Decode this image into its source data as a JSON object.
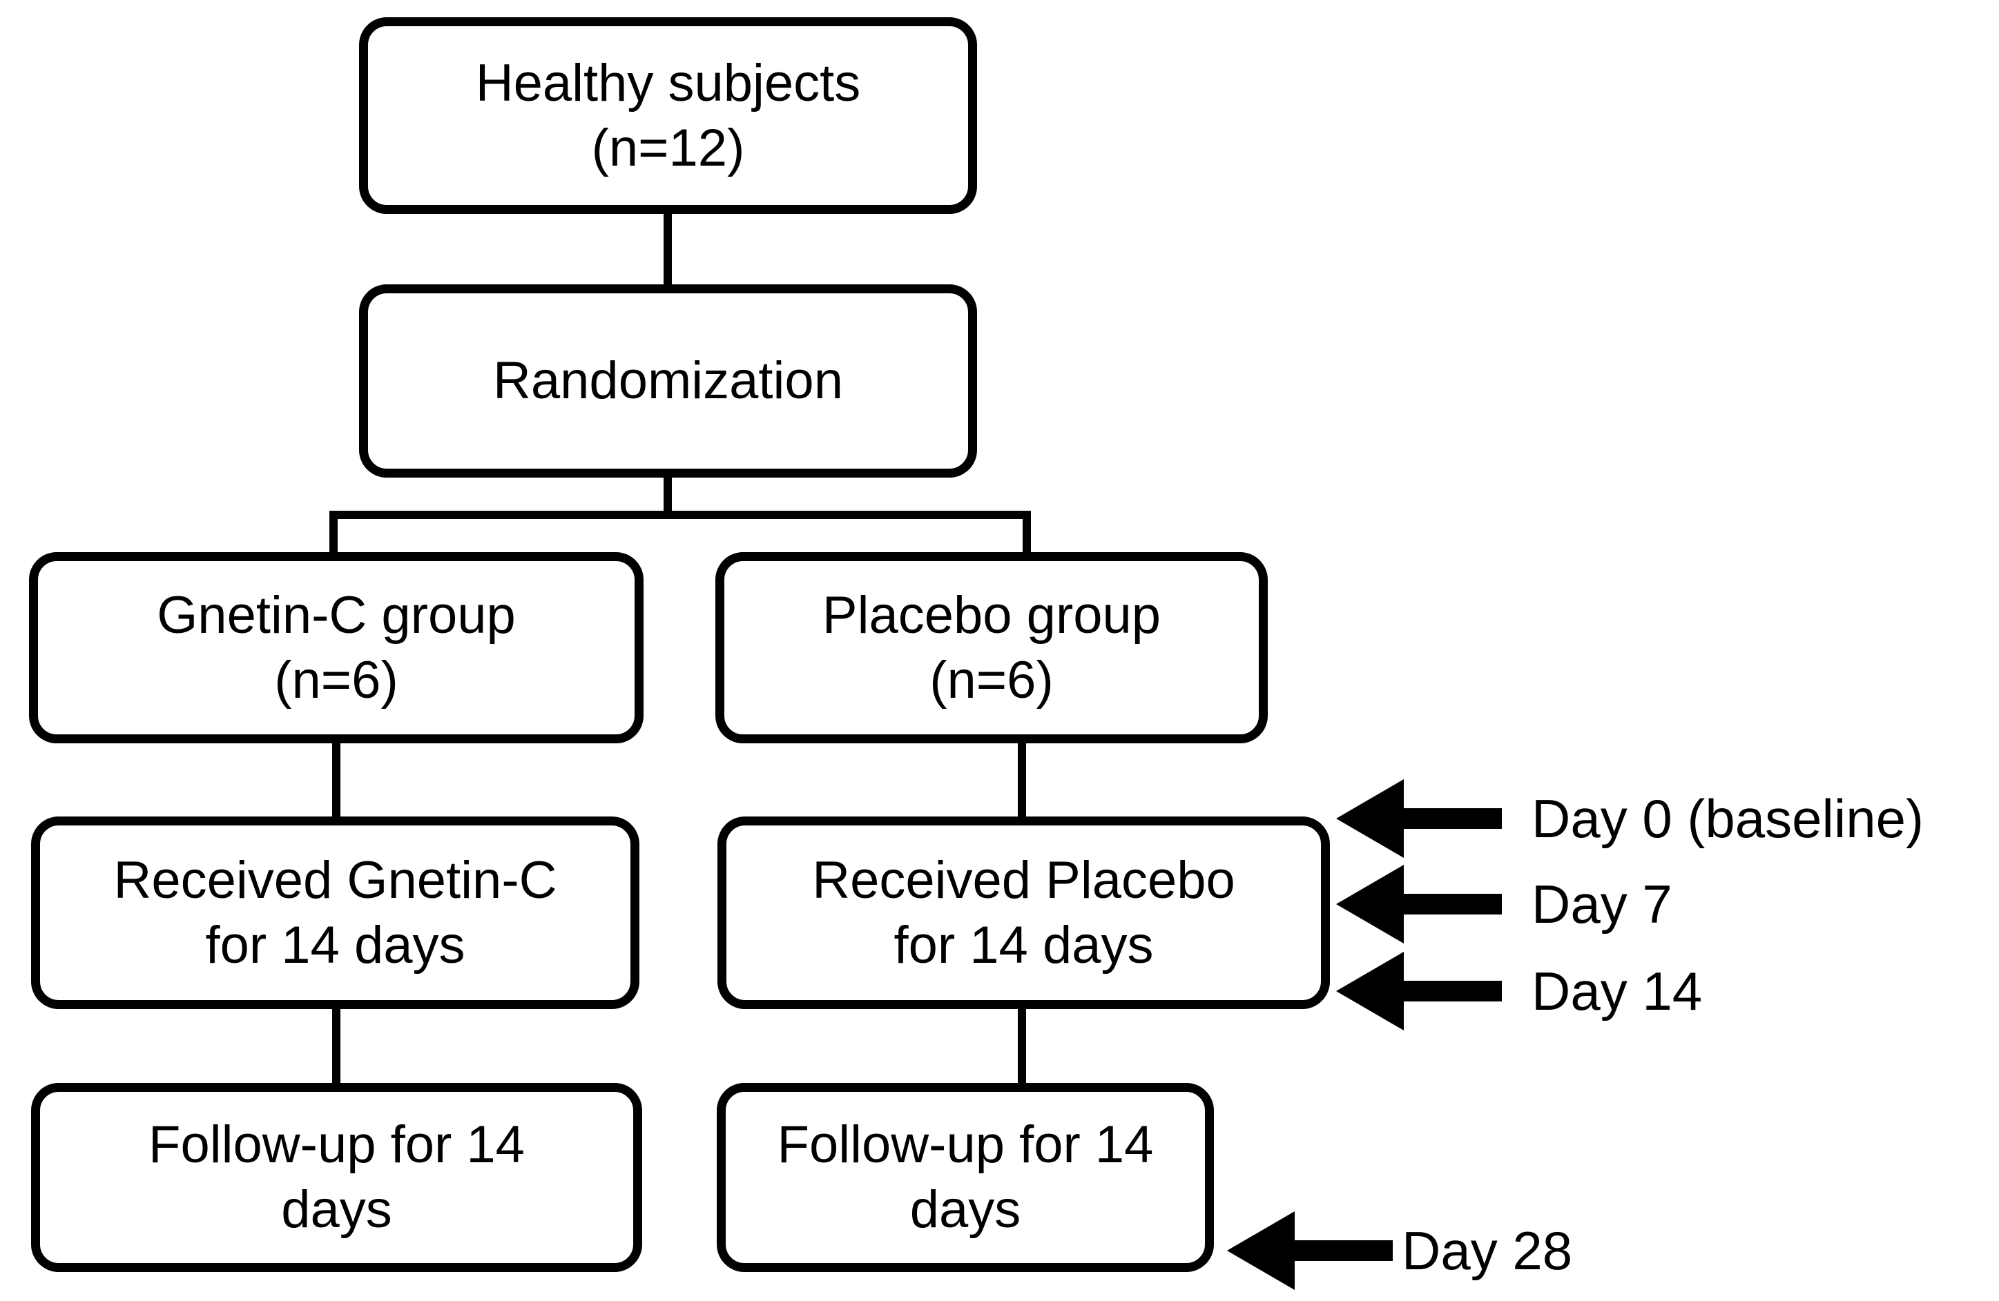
{
  "colors": {
    "background": "#ffffff",
    "line": "#000000",
    "text": "#000000"
  },
  "nodes": {
    "healthy": {
      "label": "Healthy subjects\n(n=12)"
    },
    "randomization": {
      "label": "Randomization"
    },
    "gnetin_group": {
      "label": "Gnetin-C group\n(n=6)"
    },
    "placebo_group": {
      "label": "Placebo group\n(n=6)"
    },
    "gnetin_treatment": {
      "label": "Received Gnetin-C\nfor 14 days"
    },
    "placebo_treatment": {
      "label": "Received Placebo\nfor 14 days"
    },
    "gnetin_followup": {
      "label": "Follow-up for 14\ndays"
    },
    "placebo_followup": {
      "label": "Follow-up for 14\ndays"
    }
  },
  "timeline": {
    "arrow_direction": "left",
    "day0": {
      "label": "Day 0 (baseline)"
    },
    "day7": {
      "label": "Day 7"
    },
    "day14": {
      "label": "Day 14"
    },
    "day28": {
      "label": "Day 28"
    }
  }
}
